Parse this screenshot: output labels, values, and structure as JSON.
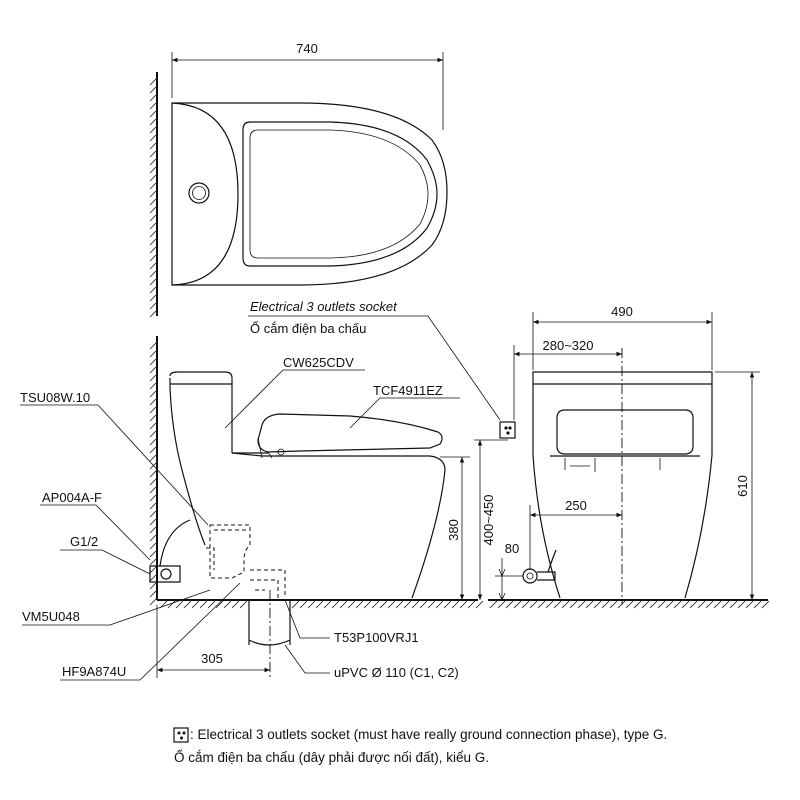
{
  "dimensions": {
    "top_width": "740",
    "front_width": "490",
    "outlet_range": "280~320",
    "height_total": "610",
    "height_outlet": "400~450",
    "height_seat": "380",
    "pipe_offset": "305",
    "side_offset": "250",
    "supply_height": "80"
  },
  "labels": {
    "electrical_en": "Electrical 3 outlets socket",
    "electrical_vi": "Ổ cắm điện ba chấu",
    "toilet_model": "CW625CDV",
    "seat_model": "TCF4911EZ",
    "tsu": "TSU08W.10",
    "ap": "AP004A-F",
    "g": "G1/2",
    "vm": "VM5U048",
    "hf": "HF9A874U",
    "t53": "T53P100VRJ1",
    "upvc": "uPVC Ø 110 (C1, C2)"
  },
  "footnote": {
    "line1": ": Electrical 3 outlets socket (must have really ground connection phase), type G.",
    "line2": "Ổ cắm điện ba chấu (dây phải được nối đất), kiểu G."
  },
  "icons": [
    "socket-icon"
  ]
}
